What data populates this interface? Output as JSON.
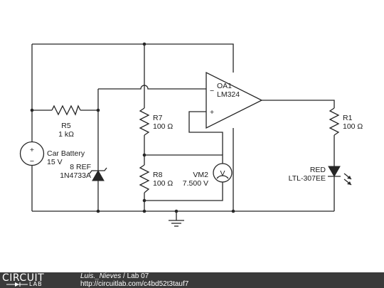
{
  "components": {
    "battery": {
      "name": "Car Battery",
      "value": "15 V"
    },
    "r5": {
      "name": "R5",
      "value": "1 kΩ"
    },
    "zener": {
      "name": "8 REF",
      "part": "1N4733A"
    },
    "r7": {
      "name": "R7",
      "value": "100 Ω"
    },
    "r8": {
      "name": "R8",
      "value": "100 Ω"
    },
    "vm2": {
      "name": "VM2",
      "value": "7.500 V",
      "symbol": "V"
    },
    "oa1": {
      "name": "OA1",
      "part": "LM324",
      "minus": "−",
      "plus": "+"
    },
    "r1": {
      "name": "R1",
      "value": "100 Ω"
    },
    "led": {
      "name": "RED",
      "part": "LTL-307EE"
    },
    "battery_plus": "+",
    "battery_minus": "−"
  },
  "footer": {
    "brand_top": "CIRCUIT",
    "brand_bottom": "LAB",
    "author": "Luis._Nieves",
    "separator": " / ",
    "title": "Lab 07",
    "url": "http://circuitlab.com/c4bd52t3tauf7"
  }
}
